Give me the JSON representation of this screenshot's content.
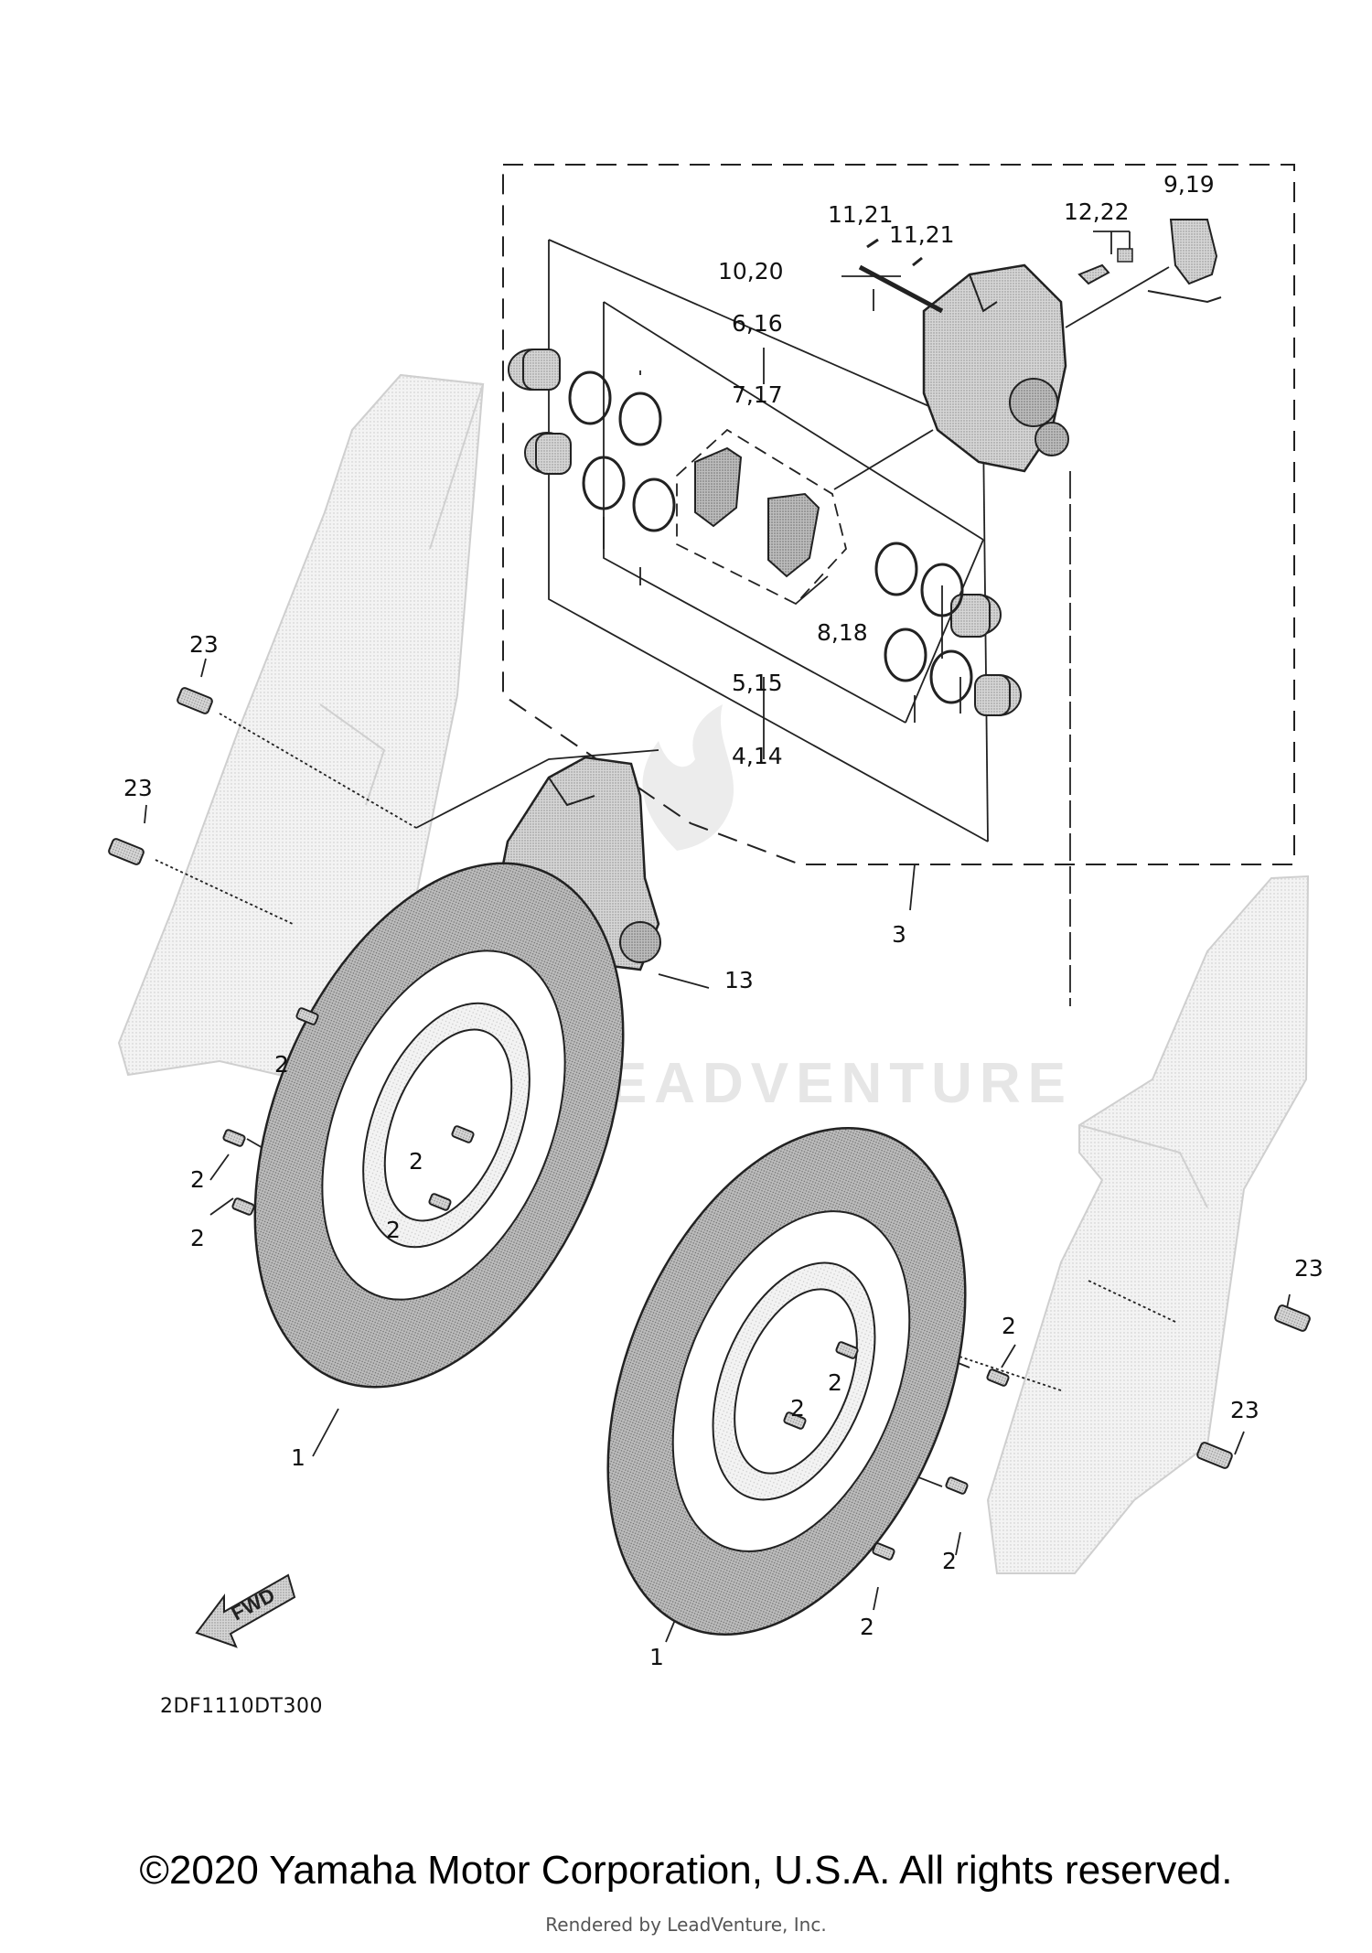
{
  "diagram": {
    "part_labels": {
      "l1a": "1",
      "l1b": "1",
      "l2a": "2",
      "l2b": "2",
      "l2c": "2",
      "l2d": "2",
      "l2e": "2",
      "l2f": "2",
      "l2g": "2",
      "l2h": "2",
      "l2i": "2",
      "l2j": "2",
      "l3": "3",
      "l4_14": "4,14",
      "l5_15": "5,15",
      "l6_16": "6,16",
      "l7_17": "7,17",
      "l8_18": "8,18",
      "l9_19": "9,19",
      "l10_20": "10,20",
      "l11_21a": "11,21",
      "l11_21b": "11,21",
      "l12_22": "12,22",
      "l13": "13",
      "l23a": "23",
      "l23b": "23",
      "l23c": "23",
      "l23d": "23"
    },
    "fwd_label": "FWD",
    "part_number": "2DF1110DT300",
    "watermark": "LEADVENTURE"
  },
  "footer": {
    "copyright": "©2020 Yamaha Motor Corporation, U.S.A. All rights reserved.",
    "rendered_by": "Rendered by LeadVenture, Inc."
  }
}
